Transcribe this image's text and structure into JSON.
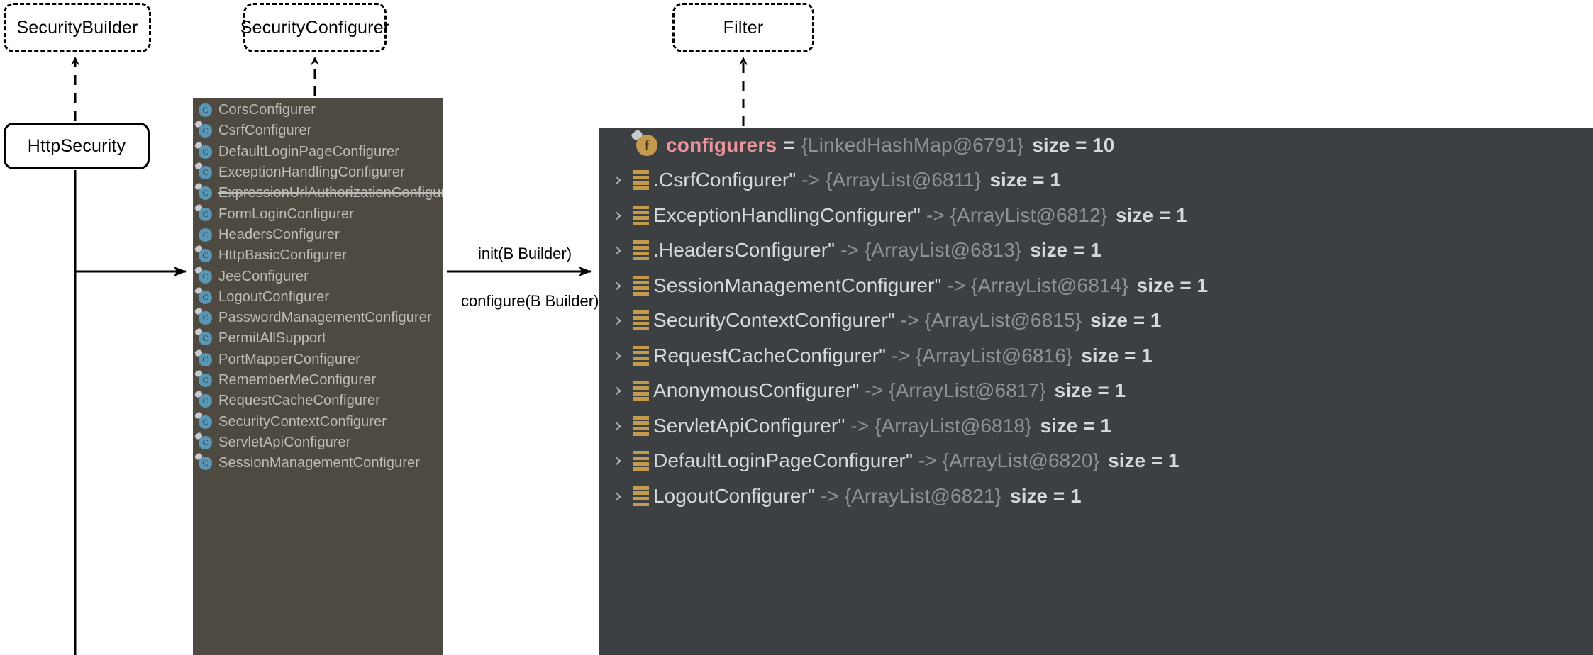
{
  "diagram": {
    "boxes": {
      "security_builder": "SecurityBuilder",
      "security_configurer": "SecurityConfigurer",
      "filter": "Filter",
      "http_security": "HttpSecurity"
    },
    "edge_labels": {
      "init": "init(B Builder)",
      "configure": "configure(B Builder)"
    }
  },
  "class_list": {
    "icon": "class-icon",
    "icon_letter": "C",
    "items": [
      {
        "label": "CorsConfigurer",
        "badge": false,
        "deprecated": false
      },
      {
        "label": "CsrfConfigurer",
        "badge": true,
        "deprecated": false
      },
      {
        "label": "DefaultLoginPageConfigurer",
        "badge": true,
        "deprecated": false
      },
      {
        "label": "ExceptionHandlingConfigurer",
        "badge": true,
        "deprecated": false
      },
      {
        "label": "ExpressionUrlAuthorizationConfigurer",
        "badge": true,
        "deprecated": true
      },
      {
        "label": "FormLoginConfigurer",
        "badge": true,
        "deprecated": false
      },
      {
        "label": "HeadersConfigurer",
        "badge": false,
        "deprecated": false
      },
      {
        "label": "HttpBasicConfigurer",
        "badge": true,
        "deprecated": false
      },
      {
        "label": "JeeConfigurer",
        "badge": true,
        "deprecated": false
      },
      {
        "label": "LogoutConfigurer",
        "badge": true,
        "deprecated": false
      },
      {
        "label": "PasswordManagementConfigurer",
        "badge": true,
        "deprecated": false
      },
      {
        "label": "PermitAllSupport",
        "badge": true,
        "deprecated": false
      },
      {
        "label": "PortMapperConfigurer",
        "badge": true,
        "deprecated": false
      },
      {
        "label": "RememberMeConfigurer",
        "badge": true,
        "deprecated": false
      },
      {
        "label": "RequestCacheConfigurer",
        "badge": true,
        "deprecated": false
      },
      {
        "label": "SecurityContextConfigurer",
        "badge": true,
        "deprecated": false
      },
      {
        "label": "ServletApiConfigurer",
        "badge": true,
        "deprecated": false
      },
      {
        "label": "SessionManagementConfigurer",
        "badge": true,
        "deprecated": false
      }
    ]
  },
  "debugger": {
    "root": {
      "icon": "field-icon",
      "icon_letter": "f",
      "name": "configurers",
      "equals": "=",
      "ref": "{LinkedHashMap@6791}",
      "size": "size = 10"
    },
    "entries": [
      {
        "key": ".CsrfConfigurer\"",
        "arrow": "->",
        "ref": "{ArrayList@6811}",
        "size": "size = 1"
      },
      {
        "key": "ExceptionHandlingConfigurer\"",
        "arrow": "->",
        "ref": "{ArrayList@6812}",
        "size": "size = 1"
      },
      {
        "key": ".HeadersConfigurer\"",
        "arrow": "->",
        "ref": "{ArrayList@6813}",
        "size": "size = 1"
      },
      {
        "key": "SessionManagementConfigurer\"",
        "arrow": "->",
        "ref": "{ArrayList@6814}",
        "size": "size = 1"
      },
      {
        "key": "SecurityContextConfigurer\"",
        "arrow": "->",
        "ref": "{ArrayList@6815}",
        "size": "size = 1"
      },
      {
        "key": "RequestCacheConfigurer\"",
        "arrow": "->",
        "ref": "{ArrayList@6816}",
        "size": "size = 1"
      },
      {
        "key": "AnonymousConfigurer\"",
        "arrow": "->",
        "ref": "{ArrayList@6817}",
        "size": "size = 1"
      },
      {
        "key": "ServletApiConfigurer\"",
        "arrow": "->",
        "ref": "{ArrayList@6818}",
        "size": "size = 1"
      },
      {
        "key": "DefaultLoginPageConfigurer\"",
        "arrow": "->",
        "ref": "{ArrayList@6820}",
        "size": "size = 1"
      },
      {
        "key": "LogoutConfigurer\"",
        "arrow": "->",
        "ref": "{ArrayList@6821}",
        "size": "size = 1"
      }
    ]
  },
  "colors": {
    "class_popup_bg": "#4e4a42",
    "debugger_bg": "#3c4043",
    "class_icon": "#5b97b5",
    "field_icon": "#c39a4f",
    "entry_icon": "#c49a4c",
    "field_name": "#e8949b",
    "value_text": "#d6d9da",
    "ref_text": "#8f9396",
    "class_label": "#bdbdb8"
  }
}
